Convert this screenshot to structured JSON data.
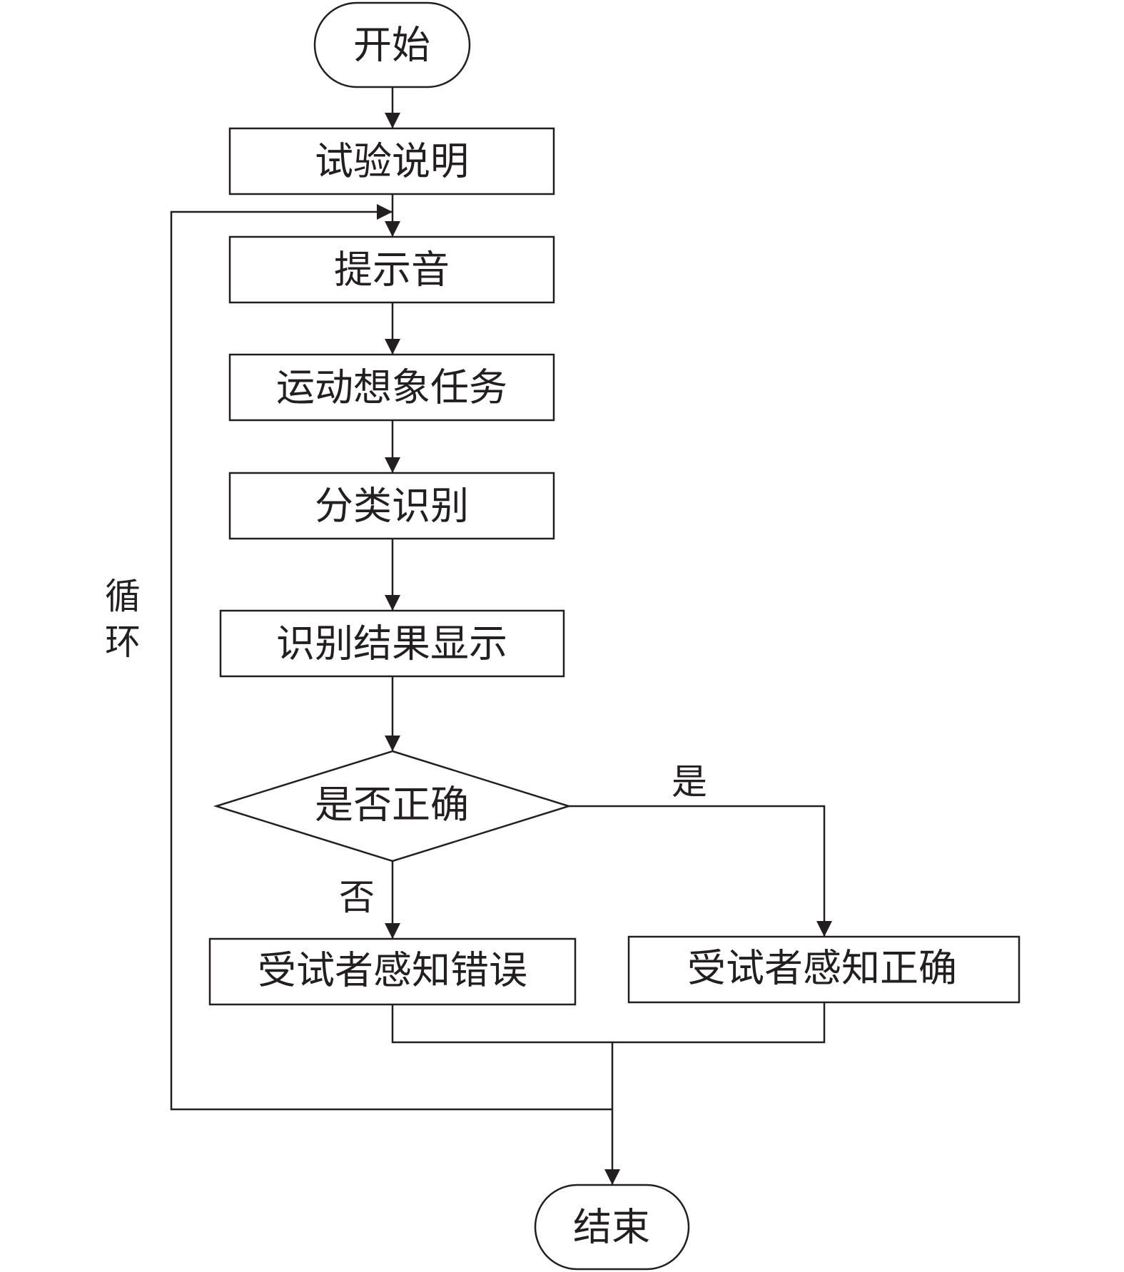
{
  "flowchart": {
    "nodes": {
      "start": "开始",
      "instructions": "试验说明",
      "prompt_tone": "提示音",
      "motor_imagery_task": "运动想象任务",
      "classification": "分类识别",
      "result_display": "识别结果显示",
      "decision": "是否正确",
      "perceived_wrong": "受试者感知错误",
      "perceived_correct": "受试者感知正确",
      "end": "结束"
    },
    "edge_labels": {
      "yes": "是",
      "no": "否",
      "loop_char_1": "循",
      "loop_char_2": "环"
    },
    "colors": {
      "stroke": "#231f20",
      "fill": "#ffffff",
      "text": "#231f20"
    }
  }
}
